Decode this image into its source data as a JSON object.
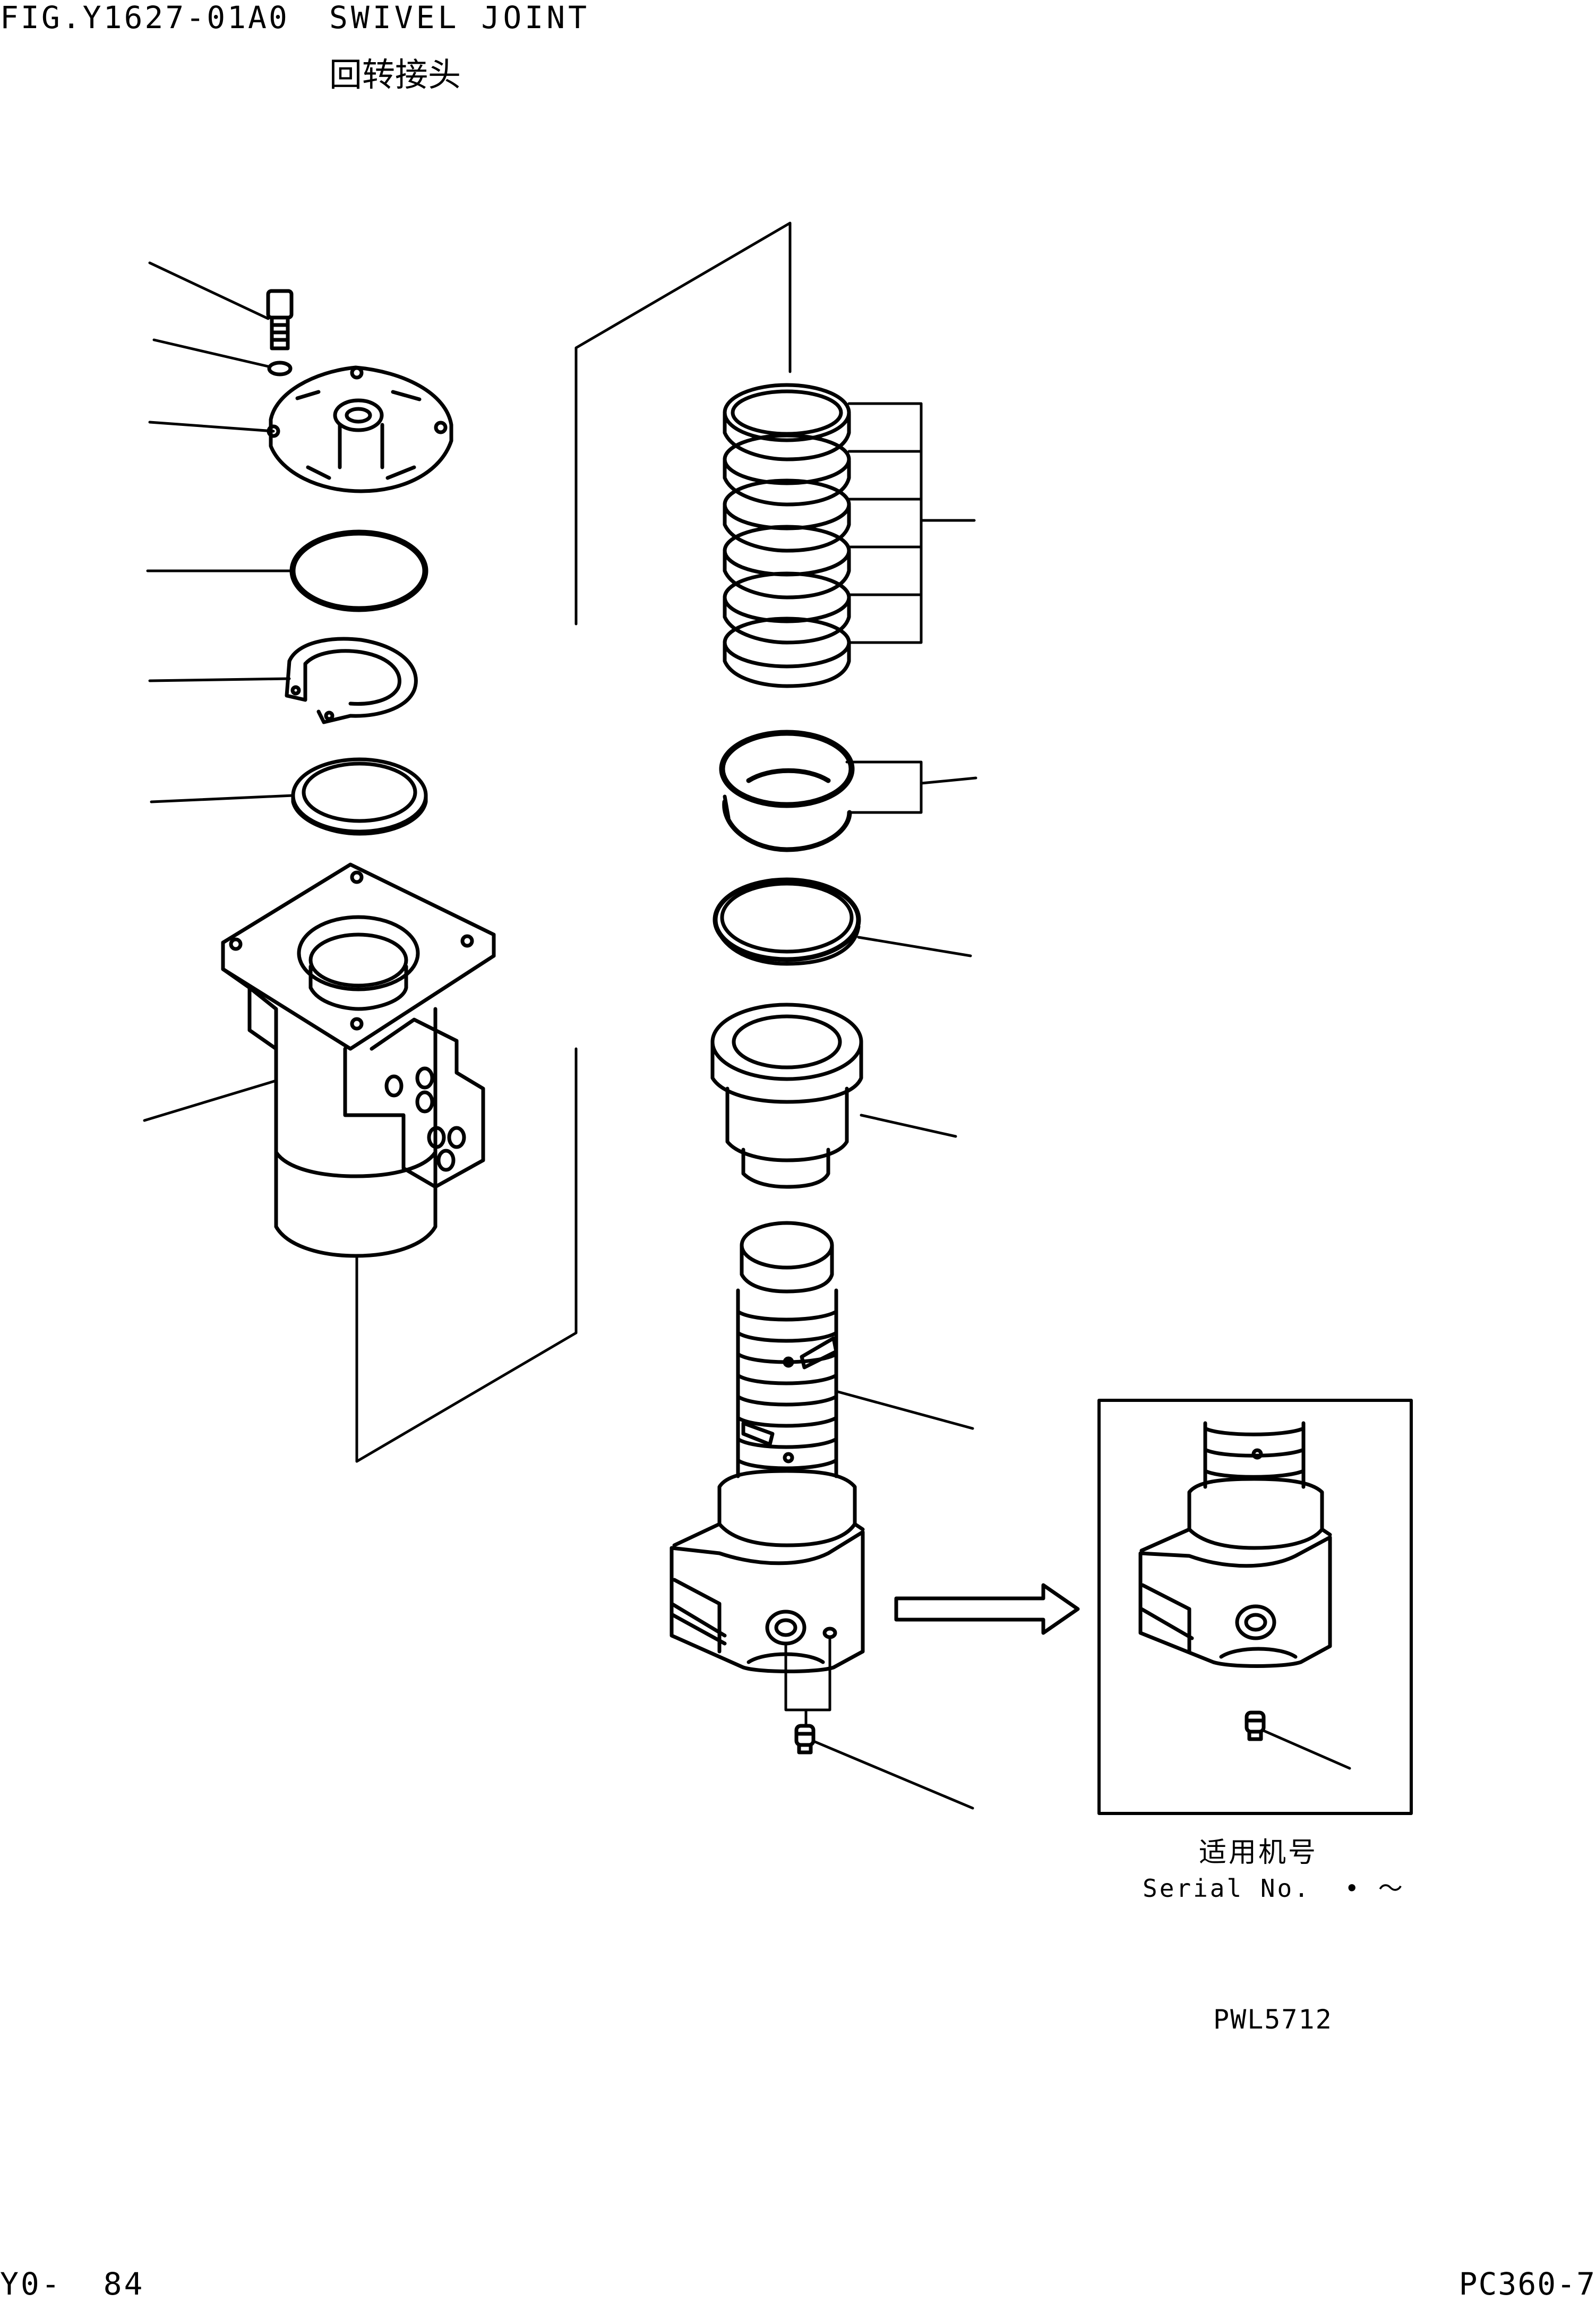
{
  "header": {
    "figure_id": "FIG.Y1627-01A0",
    "title_en": "SWIVEL JOINT",
    "title_cn": "回转接头"
  },
  "inset": {
    "serial_label_cn": "适用机号",
    "serial_label_en": "Serial No.  • ～"
  },
  "drawing_code": "PWL5712",
  "footer": {
    "page": "Y0-  84",
    "model": "PC360-7"
  }
}
